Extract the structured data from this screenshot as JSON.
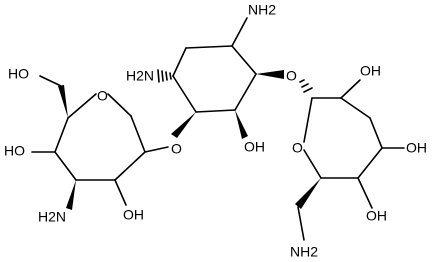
{
  "labels": {
    "amine_top": "NH2",
    "amine_left": "H2N",
    "hydroxyl_center": "OH",
    "oxygen_link_left": "O",
    "oxygen_link_right": "O",
    "ring_oxygen_left": "O",
    "ring_oxygen_right": "O",
    "hydroxymethyl": "HO",
    "hydroxyl_left_ring_c4": "HO",
    "amine_left_ring_c3": "H2N",
    "hydroxyl_left_ring_c2": "OH",
    "hydroxyl_right_ring_c2": "OH",
    "hydroxyl_right_ring_c3": "OH",
    "hydroxyl_right_ring_c4": "OH",
    "amine_bottom": "NH2"
  },
  "colors": {
    "bond": "#000000",
    "text": "#000000",
    "background": "#ffffff"
  }
}
